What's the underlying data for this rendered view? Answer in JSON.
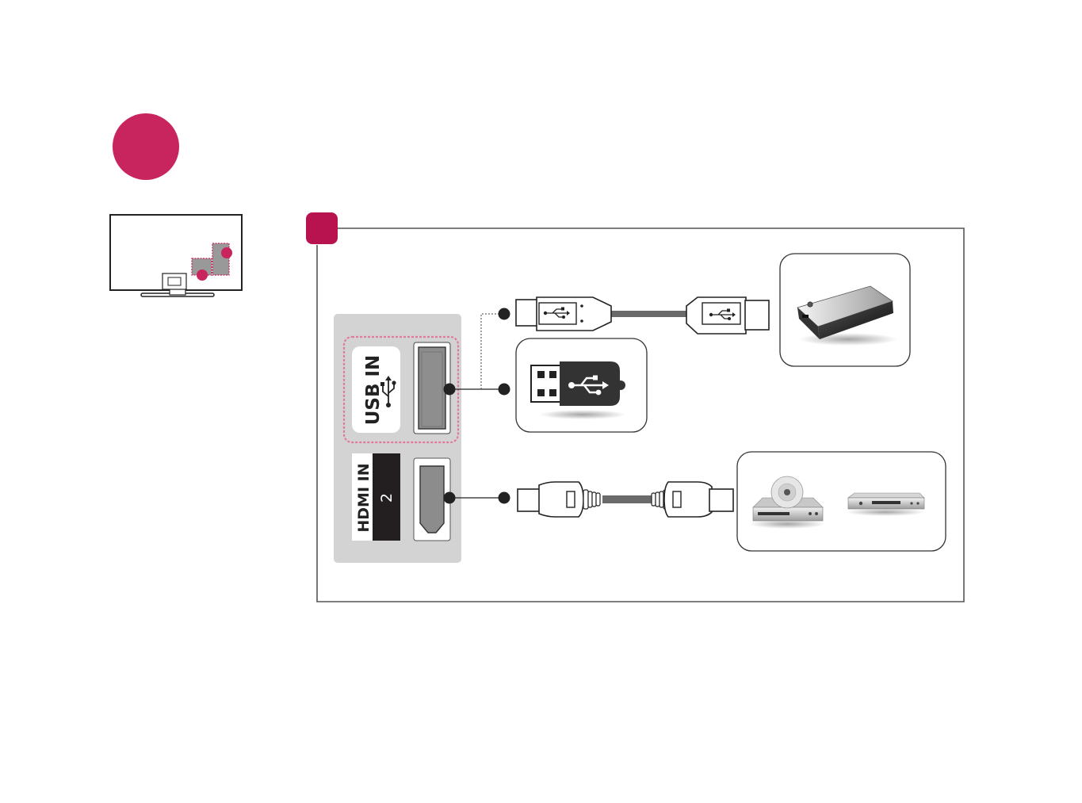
{
  "colors": {
    "accent": "#c8245e",
    "accent_dark": "#b8134f",
    "line": "#222222",
    "panel_gray": "#d3d3d3",
    "port_gray": "#8c8c8c",
    "cable_gray": "#6a6a6a",
    "dotted": "#e17a9a"
  },
  "ports": {
    "usb_label": "USB IN",
    "hdmi_label": "HDMI IN",
    "hdmi_number": "2"
  },
  "icons": {
    "usb": "usb-trident-icon",
    "external_hdd": "external-hdd-icon",
    "usb_stick": "usb-flash-drive-icon",
    "dvd_player": "dvd-player-icon",
    "set_top_box": "set-top-box-icon"
  }
}
